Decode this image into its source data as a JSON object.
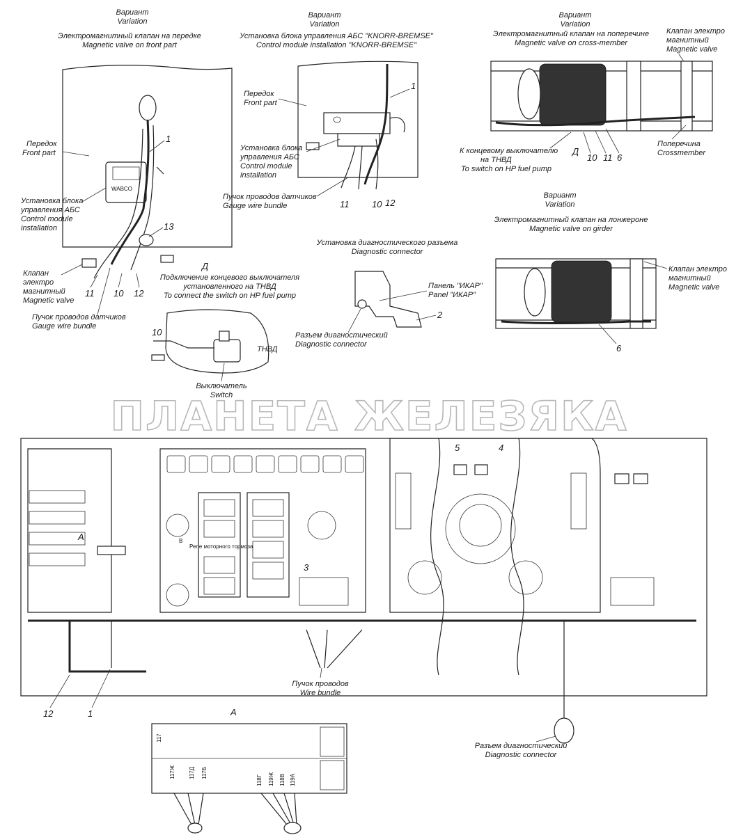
{
  "watermark": "ПЛАНЕТА ЖЕЛЕЗЯКА",
  "var1": {
    "variant_ru": "Вариант",
    "variant_en": "Variation",
    "title_ru": "Электромагнитный клапан на передке",
    "title_en": "Magnetic valve on front part",
    "front_ru": "Передок",
    "front_en": "Front part",
    "abs_ru_1": "Установка блока",
    "abs_ru_2": "управления АБС",
    "abs_en_1": "Control module",
    "abs_en_2": "installation",
    "valve_ru_1": "Клапан",
    "valve_ru_2": "электро",
    "valve_ru_3": "магнитный",
    "valve_en": "Magnetic valve",
    "bundle_ru": "Пучок проводов датчиков",
    "bundle_en": "Gauge wire bundle",
    "label_wabco": "WABCO",
    "n1": "1",
    "n13": "13",
    "n11": "11",
    "n10": "10",
    "n12": "12"
  },
  "var2": {
    "variant_ru": "Вариант",
    "variant_en": "Variation",
    "title_ru": "Установка блока управления АБС \"KNORR-BREMSE\"",
    "title_en": "Control module installation \"KNORR-BREMSE\"",
    "front_ru": "Передок",
    "front_en": "Front part",
    "abs_ru_1": "Установка блока",
    "abs_ru_2": "управления АБС",
    "abs_en_1": "Control module",
    "abs_en_2": "installation",
    "bundle_ru": "Пучок проводов датчиков",
    "bundle_en": "Gauge wire bundle",
    "n1": "1",
    "n11": "11",
    "n10": "10",
    "n12": "12"
  },
  "var3": {
    "variant_ru": "Вариант",
    "variant_en": "Variation",
    "title_ru": "Электромагнитный клапан на поперечине",
    "title_en": "Magnetic valve on cross-member",
    "valve_ru_1": "Клапан электро",
    "valve_ru_2": "магнитный",
    "valve_en": "Magnetic valve",
    "switch_ru_1": "К концевому выключателю",
    "switch_ru_2": "на ТНВД",
    "switch_en": "To switch on HP fuel pump",
    "cross_ru": "Поперечина",
    "cross_en": "Crossmember",
    "letter_d": "Д",
    "n10": "10",
    "n11": "11",
    "n6": "6"
  },
  "var4": {
    "variant_ru": "Вариант",
    "variant_en": "Variation",
    "title_ru": "Электромагнитный клапан на лонжероне",
    "title_en": "Magnetic valve on girder",
    "valve_ru_1": "Клапан электро",
    "valve_ru_2": "магнитный",
    "valve_en": "Magnetic valve",
    "n6": "6"
  },
  "diag": {
    "title_ru": "Установка диагностического разъема",
    "title_en": "Diagnostic connector",
    "panel_ru": "Панель \"ИКАР\"",
    "panel_en": "Panel \"ИКАР\"",
    "conn_ru": "Разъем диагностический",
    "conn_en": "Diagnostic connector",
    "n2": "2"
  },
  "detail_d": {
    "letter": "Д",
    "title_ru_1": "Подключение концевого выключателя",
    "title_ru_2": "установленного на ТНВД",
    "title_en": "To connect the switch on HP fuel pump",
    "switch_ru": "Выключатель",
    "switch_en": "Switch",
    "tnvd": "ТНВД",
    "n10": "10"
  },
  "dash": {
    "letter_a": "A",
    "relay_label": "Реле моторного тормоза",
    "letter_v": "В",
    "bundle_ru": "Пучок проводов",
    "bundle_en": "Wire bundle",
    "conn_ru": "Разъем диагностический",
    "conn_en": "Diagnostic connector",
    "n1": "1",
    "n12": "12",
    "n3": "3",
    "n4": "4",
    "n5": "5"
  },
  "detail_a": {
    "letter": "A",
    "w117": "117",
    "w117zh": "117Ж",
    "w117d": "117Д",
    "w117b": "117Б",
    "w118g": "118Г",
    "w119zh": "119Ж",
    "w118v": "118В",
    "w119a": "119А"
  }
}
